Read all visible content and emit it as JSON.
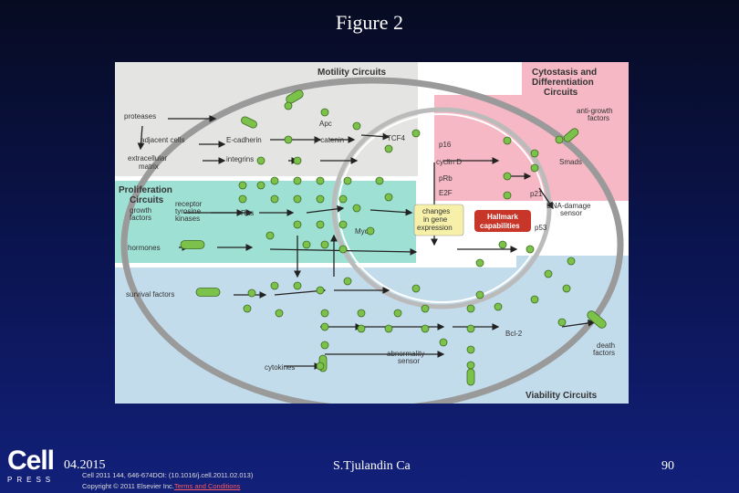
{
  "slide": {
    "title": "Figure 2",
    "date": "04.2015",
    "author": "S.Tjulandin Ca",
    "page_number": "90"
  },
  "footer": {
    "logo_main": "Cell",
    "logo_sub": "PRESS",
    "citation_line1": "Cell 2011 144, 646-674DOI: (10.1016/j.cell.2011.02.013)",
    "citation_line2_prefix": "Copyright © 2011 Elsevier Inc.",
    "citation_link": "Terms and Conditions"
  },
  "figure": {
    "regions": {
      "motility": "Motility Circuits",
      "cytostasis_1": "Cytostasis and",
      "cytostasis_2": "Differentiation",
      "cytostasis_3": "Circuits",
      "proliferation_1": "Proliferation",
      "proliferation_2": "Circuits",
      "viability": "Viability Circuits"
    },
    "labels": {
      "proteases": "proteases",
      "adjacent_cells": "adjacent cells",
      "extracellular_1": "extracellular",
      "extracellular_2": "matrix",
      "e_cadherin": "E-cadherin",
      "integrins": "integrins",
      "apc": "Apc",
      "b_catenin": "β-catenin",
      "tcf4": "TCF4",
      "anti_growth_1": "anti-growth",
      "anti_growth_2": "factors",
      "p16": "p16",
      "cyclin_d": "cyclin D",
      "prb": "pRb",
      "e2f": "E2F",
      "smads": "Smads",
      "p21": "p21",
      "dna_damage_1": "DNA-damage",
      "dna_damage_2": "sensor",
      "p53": "p53",
      "growth_factors_1": "growth",
      "growth_factors_2": "factors",
      "rtk_1": "receptor",
      "rtk_2": "tyrosine",
      "rtk_3": "kinases",
      "ras": "Ras",
      "myc": "Myc",
      "hormones": "hormones",
      "changes_1": "changes",
      "changes_2": "in gene",
      "changes_3": "expression",
      "hallmark_1": "Hallmark",
      "hallmark_2": "capabilities",
      "survival_factors": "survival factors",
      "bcl2": "Bcl-2",
      "abnormality_1": "abnormality",
      "abnormality_2": "sensor",
      "cytokines": "cytokines",
      "death_factors_1": "death",
      "death_factors_2": "factors"
    },
    "colors": {
      "motility_bg": "#e4e4e2",
      "cytostasis_bg": "#f5b8c4",
      "proliferation_bg": "#9fe0d5",
      "viability_bg": "#c3dceb",
      "node_fill": "#7cc24a",
      "hallmark_fill": "#c8362a",
      "changes_fill": "#f6f0a8",
      "membrane": "#9a9a9a"
    }
  }
}
